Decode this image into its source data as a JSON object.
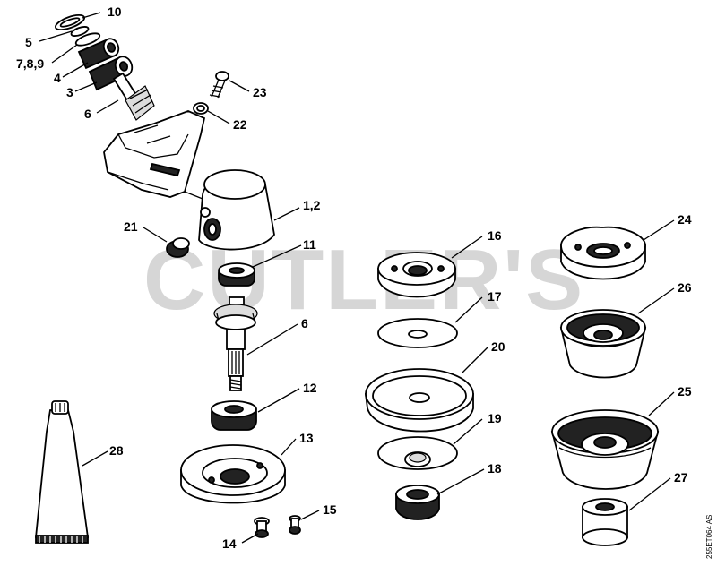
{
  "watermark": "CUTLER'S",
  "drawing_code": "255ET064 AS",
  "callouts": {
    "c10": "10",
    "c5": "5",
    "c789": "7,8,9",
    "c4": "4",
    "c3": "3",
    "c6a": "6",
    "c23": "23",
    "c22": "22",
    "c12a": "1,2",
    "c21": "21",
    "c11": "11",
    "c6b": "6",
    "c12": "12",
    "c13": "13",
    "c28": "28",
    "c14": "14",
    "c15": "15",
    "c16": "16",
    "c17": "17",
    "c20": "20",
    "c19": "19",
    "c18": "18",
    "c24": "24",
    "c26": "26",
    "c25": "25",
    "c27": "27"
  }
}
